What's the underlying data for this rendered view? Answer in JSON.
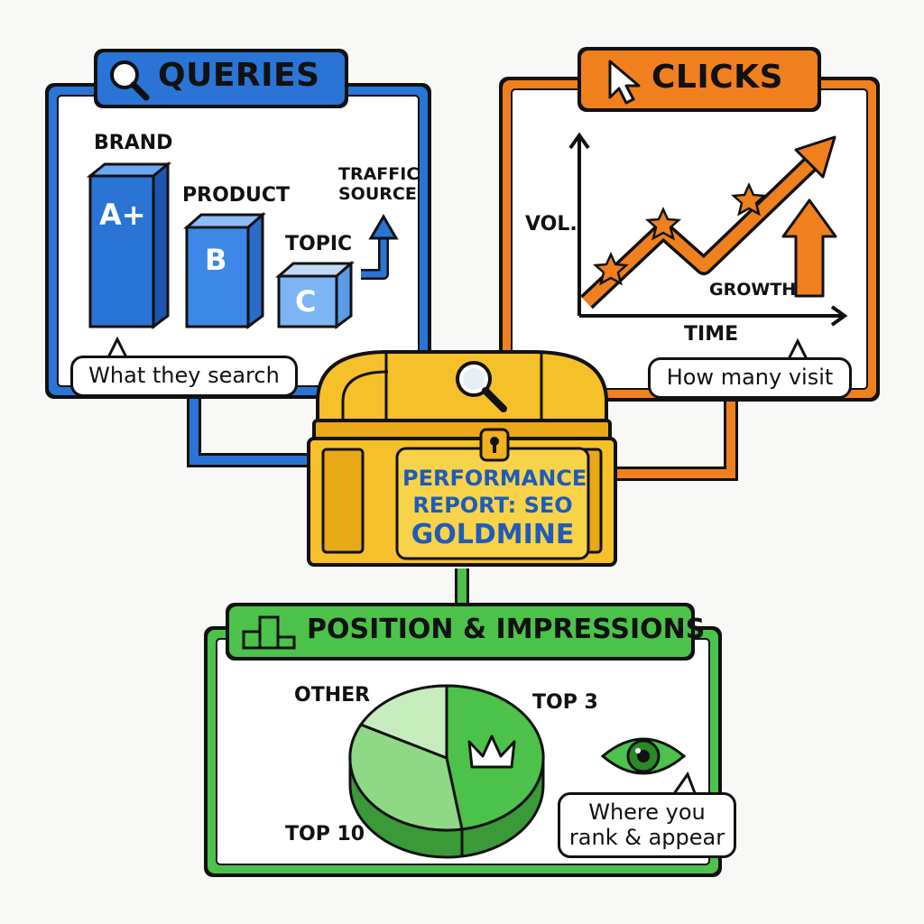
{
  "center": {
    "lines": [
      "PERFORMANCE",
      "REPORT: SEO",
      "GOLDMINE"
    ]
  },
  "queries": {
    "title": "QUERIES",
    "labels": {
      "brand": "BRAND",
      "product": "PRODUCT",
      "topic": "TOPIC",
      "traffic_source_line1": "TRAFFIC",
      "traffic_source_line2": "SOURCE"
    },
    "blocks": {
      "a": "A+",
      "b": "B",
      "c": "C"
    },
    "caption": "What they search"
  },
  "clicks": {
    "title": "CLICKS",
    "axis_y": "VOL.",
    "axis_x": "TIME",
    "growth": "GROWTH",
    "caption": "How many visit"
  },
  "position": {
    "title": "POSITION & IMPRESSIONS",
    "slices": [
      {
        "label": "TOP 3",
        "color": "#4cc24a"
      },
      {
        "label": "TOP 10",
        "color": "#8fd986"
      },
      {
        "label": "OTHER",
        "color": "#c6ecbe"
      }
    ],
    "caption_line1": "Where you",
    "caption_line2": "rank & appear"
  },
  "colors": {
    "blue": "#2a74d6",
    "orange": "#f0801e",
    "green": "#4cc24a",
    "gold": "#f5c02a"
  },
  "icons": {
    "queries": "magnifier-icon",
    "clicks": "cursor-icon",
    "position": "podium-icon",
    "center": "magnifier-icon",
    "pie": "crown-icon",
    "eye": "eye-icon"
  }
}
